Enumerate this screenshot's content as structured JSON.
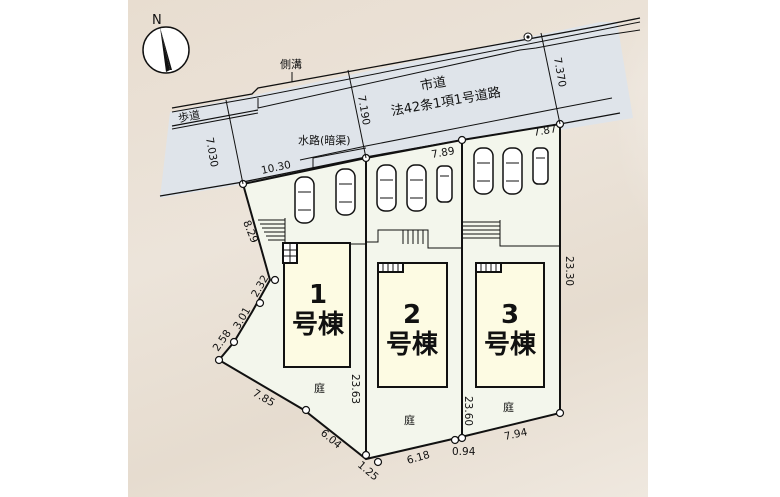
{
  "compass": {
    "north_label": "N"
  },
  "road": {
    "name_line1": "市道",
    "name_line2": "法42条1項1号道路",
    "sidewalk_label": "歩道",
    "gutter_label": "側溝",
    "waterway_label": "水路(暗渠)",
    "width_left": "7.030",
    "width_mid": "7.190",
    "width_right": "7.370"
  },
  "lots": [
    {
      "id": 1,
      "number": "1",
      "suffix": "号棟",
      "garden_label": "庭"
    },
    {
      "id": 2,
      "number": "2",
      "suffix": "号棟",
      "garden_label": "庭"
    },
    {
      "id": 3,
      "number": "3",
      "suffix": "号棟",
      "garden_label": "庭"
    }
  ],
  "dimensions": {
    "frontage_1": "10.30",
    "frontage_2": "7.89",
    "frontage_3": "7.87",
    "west_top": "8.29",
    "west_a": "2.32",
    "west_b": "3.01",
    "west_c": "2.58",
    "south_a": "7.85",
    "south_b": "6.04",
    "south_c": "1.25",
    "south_d": "6.18",
    "south_e": "0.94",
    "south_f": "7.94",
    "depth_1_2": "23.63",
    "depth_2_3": "23.60",
    "depth_east": "23.30"
  },
  "colors": {
    "road": "#dde3ea",
    "site": "#f3f6ec",
    "building": "#fdfbe3",
    "line": "#111111",
    "background": "#e9e0d5"
  }
}
